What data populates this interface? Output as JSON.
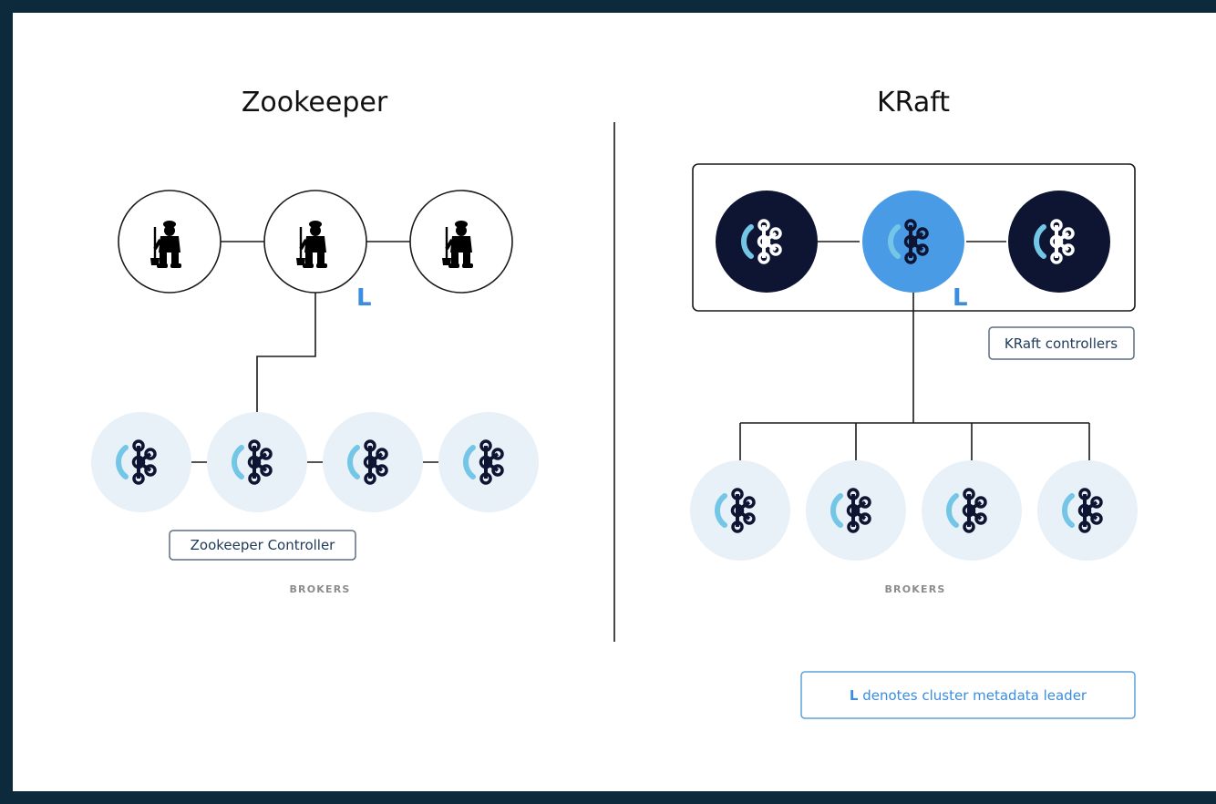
{
  "zookeeper": {
    "title": "Zookeeper",
    "leader_mark": "L",
    "controller_label": "Zookeeper Controller",
    "brokers_label": "BROKERS"
  },
  "kraft": {
    "title": "KRaft",
    "leader_mark": "L",
    "controllers_label": "KRaft controllers",
    "brokers_label": "BROKERS"
  },
  "legend": {
    "symbol": "L",
    "text": " denotes cluster metadata leader"
  },
  "colors": {
    "background": "#0d2a3c",
    "leader_blue": "#3b8de0",
    "kraft_controller_dark": "#0d1533",
    "broker_fill": "#e8f0f8"
  },
  "icons": {
    "zookeeper_node": "zookeeper-keeper-icon",
    "kafka_node": "kafka-logo-icon"
  }
}
